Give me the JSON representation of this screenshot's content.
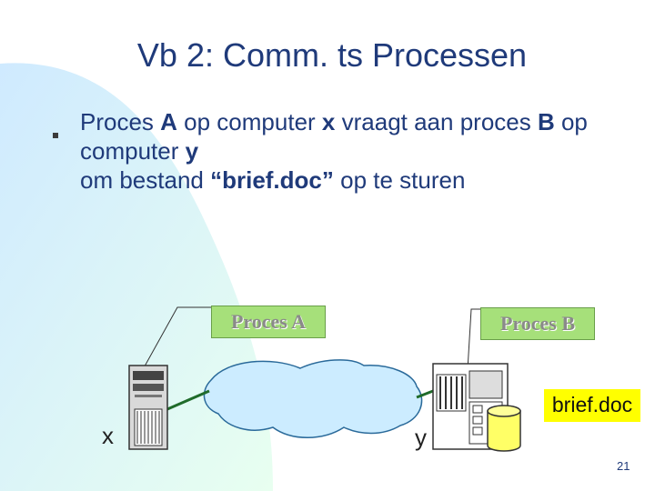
{
  "slide": {
    "title": "Vb 2: Comm. ts Processen",
    "bullet": {
      "line1_pre": "Proces ",
      "line1_b1": "A",
      "line1_mid": " op computer ",
      "line1_b2": "x",
      "line1_mid2": " vraagt aan proces ",
      "line1_b3": "B",
      "line1_post": " op",
      "line2_pre": "computer ",
      "line2_b": "y",
      "line3_pre": "om bestand ",
      "line3_b": "“brief.doc”",
      "line3_post": " op te sturen"
    },
    "page_number": "21"
  },
  "diagram": {
    "process_a": "Proces A",
    "process_b": "Proces B",
    "computer_x": "x",
    "computer_y": "y",
    "file": "brief.doc"
  },
  "colors": {
    "title": "#1f3a7a",
    "process_box": "#a6e07a",
    "network_cloud": "#ccecff",
    "file_label": "#ffff00",
    "disk": "#ffff66",
    "connector": "#1f6b2a"
  }
}
